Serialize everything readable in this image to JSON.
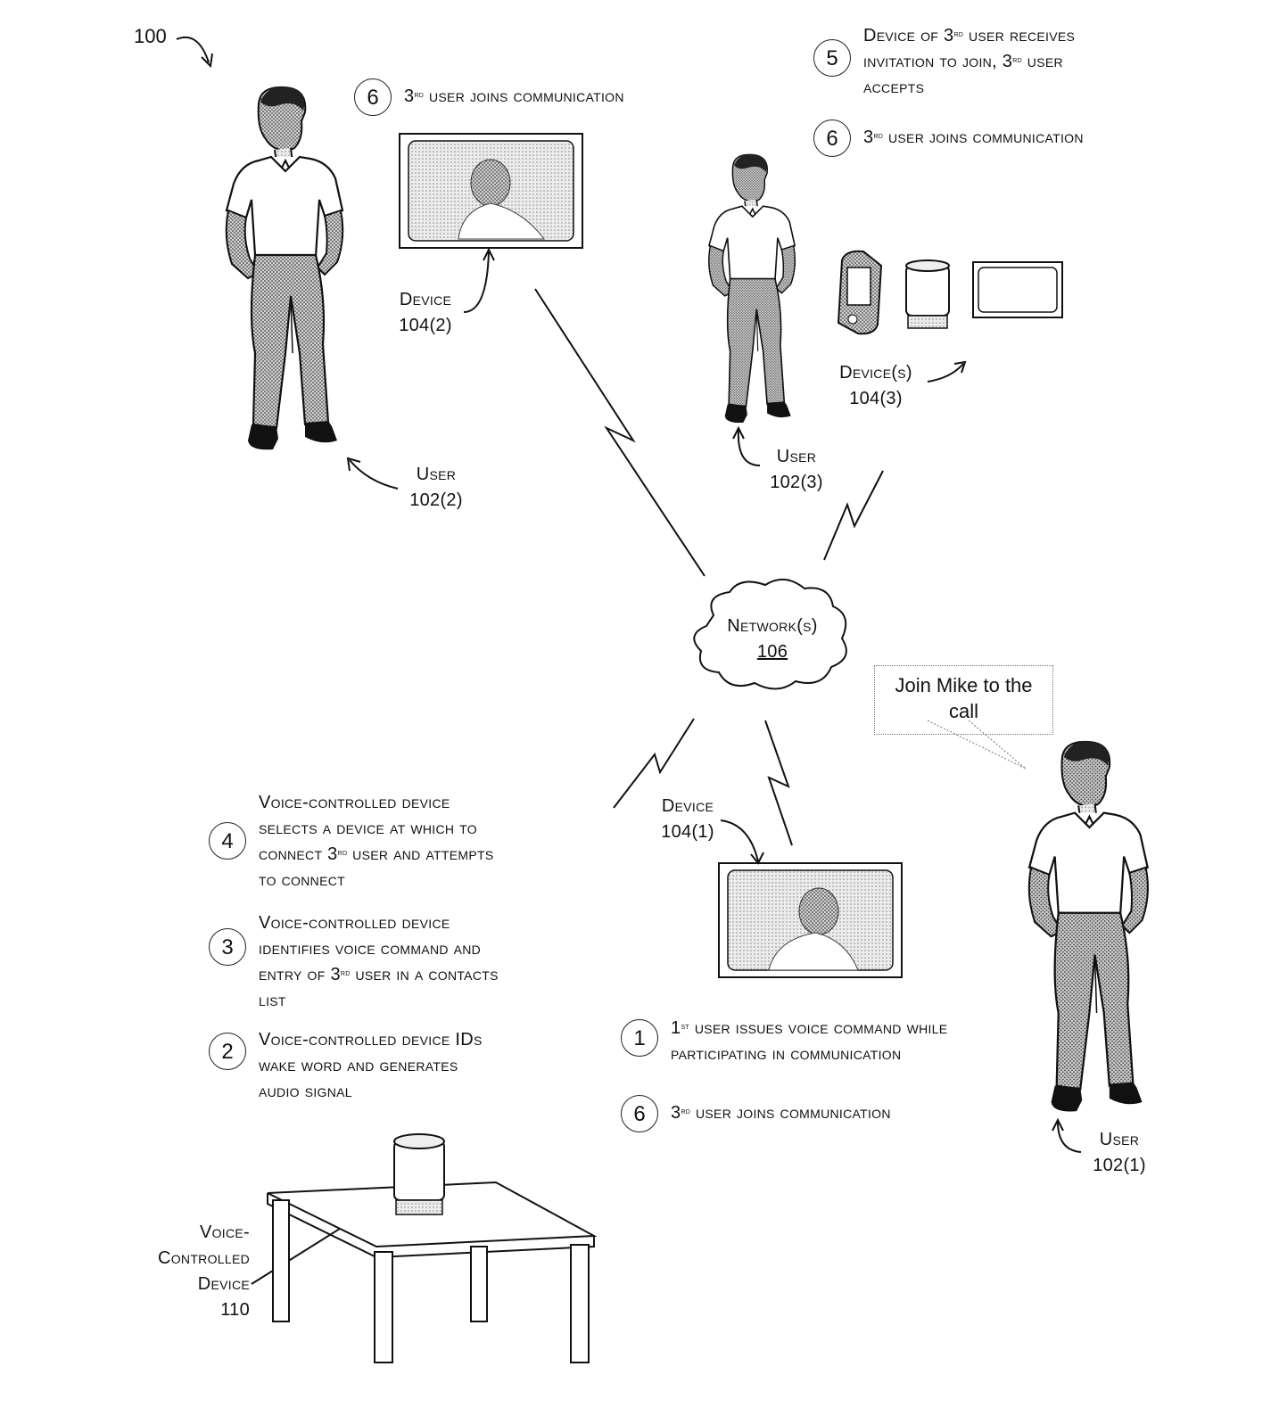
{
  "figure_number": "100",
  "step5": {
    "number": "5",
    "line1_a": "Device of 3",
    "line1_sup": "rd",
    "line1_b": " user receives",
    "line2_a": "invitation to join, 3",
    "line2_sup": "rd",
    "line2_b": " user",
    "line3": "accepts"
  },
  "step6_top": {
    "number": "6",
    "a": "3",
    "sup": "rd",
    "b": " user joins communication"
  },
  "step6_right": {
    "number": "6",
    "a": "3",
    "sup": "rd",
    "b": " user joins communication"
  },
  "step6_bottom": {
    "number": "6",
    "a": "3",
    "sup": "rd",
    "b": " user joins communication"
  },
  "step4": {
    "number": "4",
    "line1": "Voice-controlled device",
    "line2": "selects a device at which to",
    "line3_a": "connect 3",
    "line3_sup": "rd",
    "line3_b": " user and attempts",
    "line4": "to connect"
  },
  "step3": {
    "number": "3",
    "line1": "Voice-controlled device",
    "line2": "identifies voice command and",
    "line3_a": "entry of 3",
    "line3_sup": "rd",
    "line3_b": " user in a contacts",
    "line4": "list"
  },
  "step2": {
    "number": "2",
    "line1": "Voice-controlled device IDs",
    "line2": "wake word and generates",
    "line3": "audio signal"
  },
  "step1": {
    "number": "1",
    "line1_a": "1",
    "line1_sup": "st",
    "line1_b": " user issues voice command while",
    "line2": "participating in communication"
  },
  "labels": {
    "device2": {
      "line1": "Device",
      "line2": "104(2)"
    },
    "device3": {
      "line1": "Device(s)",
      "line2": "104(3)"
    },
    "device1": {
      "line1": "Device",
      "line2": "104(1)"
    },
    "user2": {
      "line1": "User",
      "line2": "102(2)"
    },
    "user3": {
      "line1": "User",
      "line2": "102(3)"
    },
    "user1": {
      "line1": "User",
      "line2": "102(1)"
    },
    "network": {
      "line1": "Network(s)",
      "line2": "106"
    },
    "vcd": {
      "line1": "Voice-",
      "line2": "Controlled",
      "line3": "Device",
      "line4": "110"
    }
  },
  "speech_bubble": {
    "line1": "Join Mike to the",
    "line2": "call"
  }
}
